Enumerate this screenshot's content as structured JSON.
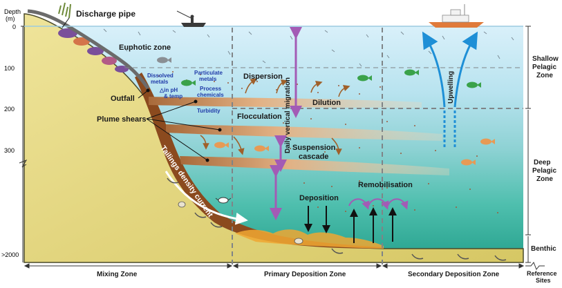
{
  "axis": {
    "title_line1": "Depth",
    "title_line2": "(m)",
    "ticks": [
      "0",
      "100",
      "200",
      "300",
      ">2000"
    ]
  },
  "labels": {
    "discharge_pipe": "Discharge pipe",
    "euphotic_zone": "Euphotic zone",
    "dissolved_metals_1": "Dissolved",
    "dissolved_metals_2": "metals",
    "particulate_metals_1": "Particulate",
    "particulate_metals_2": "metals",
    "ph_temp_1": "△in pH",
    "ph_temp_2": "& temp",
    "process_chemicals_1": "Process",
    "process_chemicals_2": "chemicals",
    "turbidity": "Turbidity",
    "outfall": "Outfall",
    "plume_shears": "Plume shears",
    "dispersion": "Dispersion",
    "dilution": "Dilution",
    "flocculation": "Flocculation",
    "daily_vertical_migration": "Daily vertical migration",
    "suspension_cascade_1": "Suspension",
    "suspension_cascade_2": "cascade",
    "deposition": "Deposition",
    "remobilisation": "Remobilisation",
    "upwelling": "Upwelling",
    "tailings_density_current": "Tailings density current"
  },
  "right_zones": {
    "shallow_1": "Shallow",
    "shallow_2": "Pelagic",
    "shallow_3": "Zone",
    "deep_1": "Deep",
    "deep_2": "Pelagic",
    "deep_3": "Zone",
    "benthic": "Benthic"
  },
  "bottom_zones": {
    "mixing": "Mixing Zone",
    "primary": "Primary Deposition Zone",
    "secondary": "Secondary Deposition Zone",
    "reference_1": "Reference",
    "reference_2": "Sites"
  },
  "colors": {
    "sky_water": "#cfeaf7",
    "deep_water": "#3db4a6",
    "seafloor": "#c9b25c",
    "land": "#e2d77a",
    "tailings": "#8b4a1e",
    "plume": "#e7b98a",
    "migration_arrow": "#a35bb5",
    "upwelling_arrow": "#1e8fd6",
    "fish_green": "#3aa24a",
    "fish_orange": "#e79a55",
    "zone_divider": "#7f8487"
  }
}
